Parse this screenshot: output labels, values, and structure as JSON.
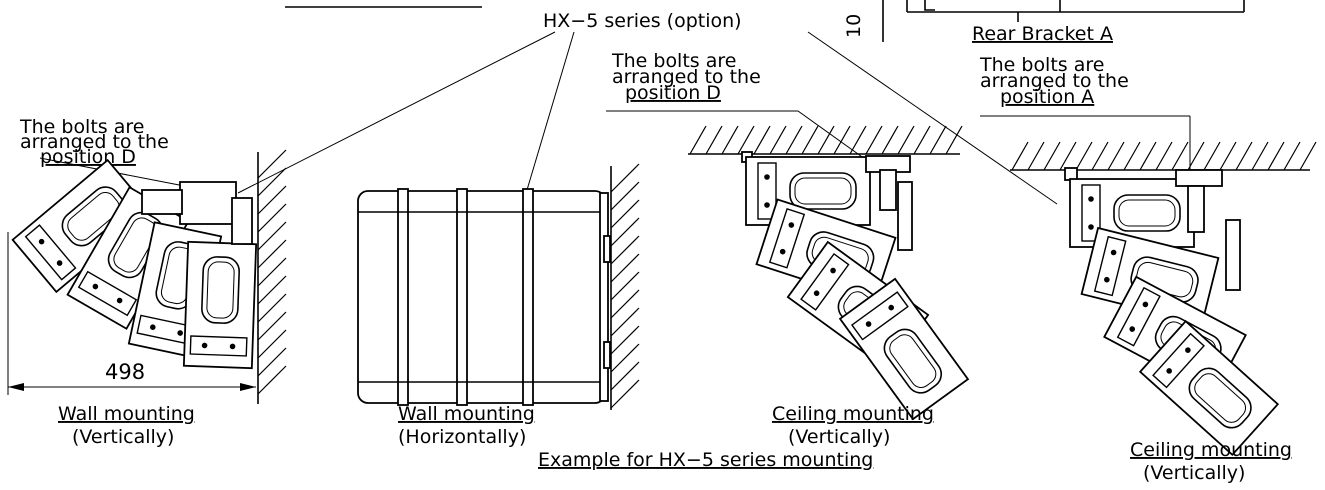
{
  "callouts": {
    "series_option": "HX−5 series (option)",
    "dim_small": "10",
    "rear_bracket": "Rear Bracket A",
    "bolts_left": [
      "The bolts are",
      "arranged to the",
      "position D"
    ],
    "bolts_center": [
      "The bolts are",
      "arranged to the",
      "position D"
    ],
    "bolts_right": [
      "The bolts are",
      "arranged to the",
      "position A"
    ]
  },
  "dimension": {
    "width_value": "498"
  },
  "captions": {
    "wall_vertical": {
      "title": "Wall mounting",
      "sub": "(Vertically)"
    },
    "wall_horizontal": {
      "title": "Wall mounting",
      "sub": "(Horizontally)"
    },
    "ceiling_center": {
      "title": "Ceiling mounting",
      "sub": "(Vertically)"
    },
    "ceiling_right": {
      "title": "Ceiling mounting",
      "sub": "(Vertically)"
    },
    "example": "Example for HX−5 series mounting"
  }
}
